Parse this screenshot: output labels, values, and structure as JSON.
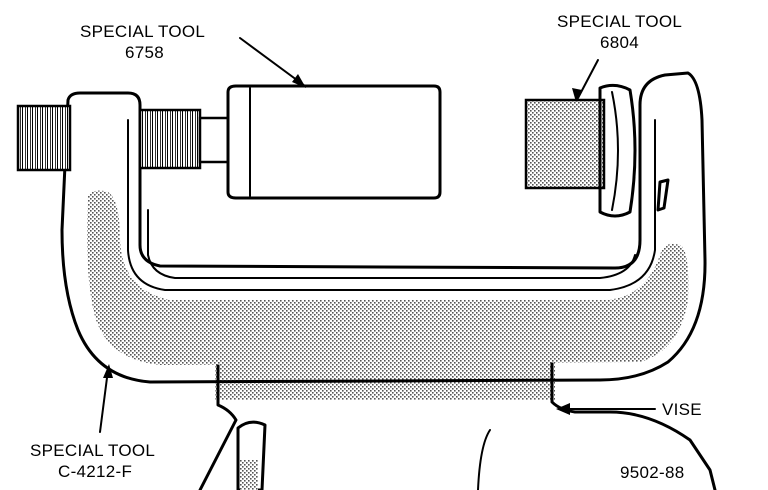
{
  "labels": {
    "tool_6758_line1": "SPECIAL TOOL",
    "tool_6758_line2": "6758",
    "tool_6804_line1": "SPECIAL TOOL",
    "tool_6804_line2": "6804",
    "tool_c4212_line1": "SPECIAL TOOL",
    "tool_c4212_line2": "C-4212-F",
    "vise": "VISE",
    "figure_id": "9502-88"
  },
  "colors": {
    "ink": "#000000",
    "shade": "#b8b8b8",
    "paper": "#ffffff"
  }
}
